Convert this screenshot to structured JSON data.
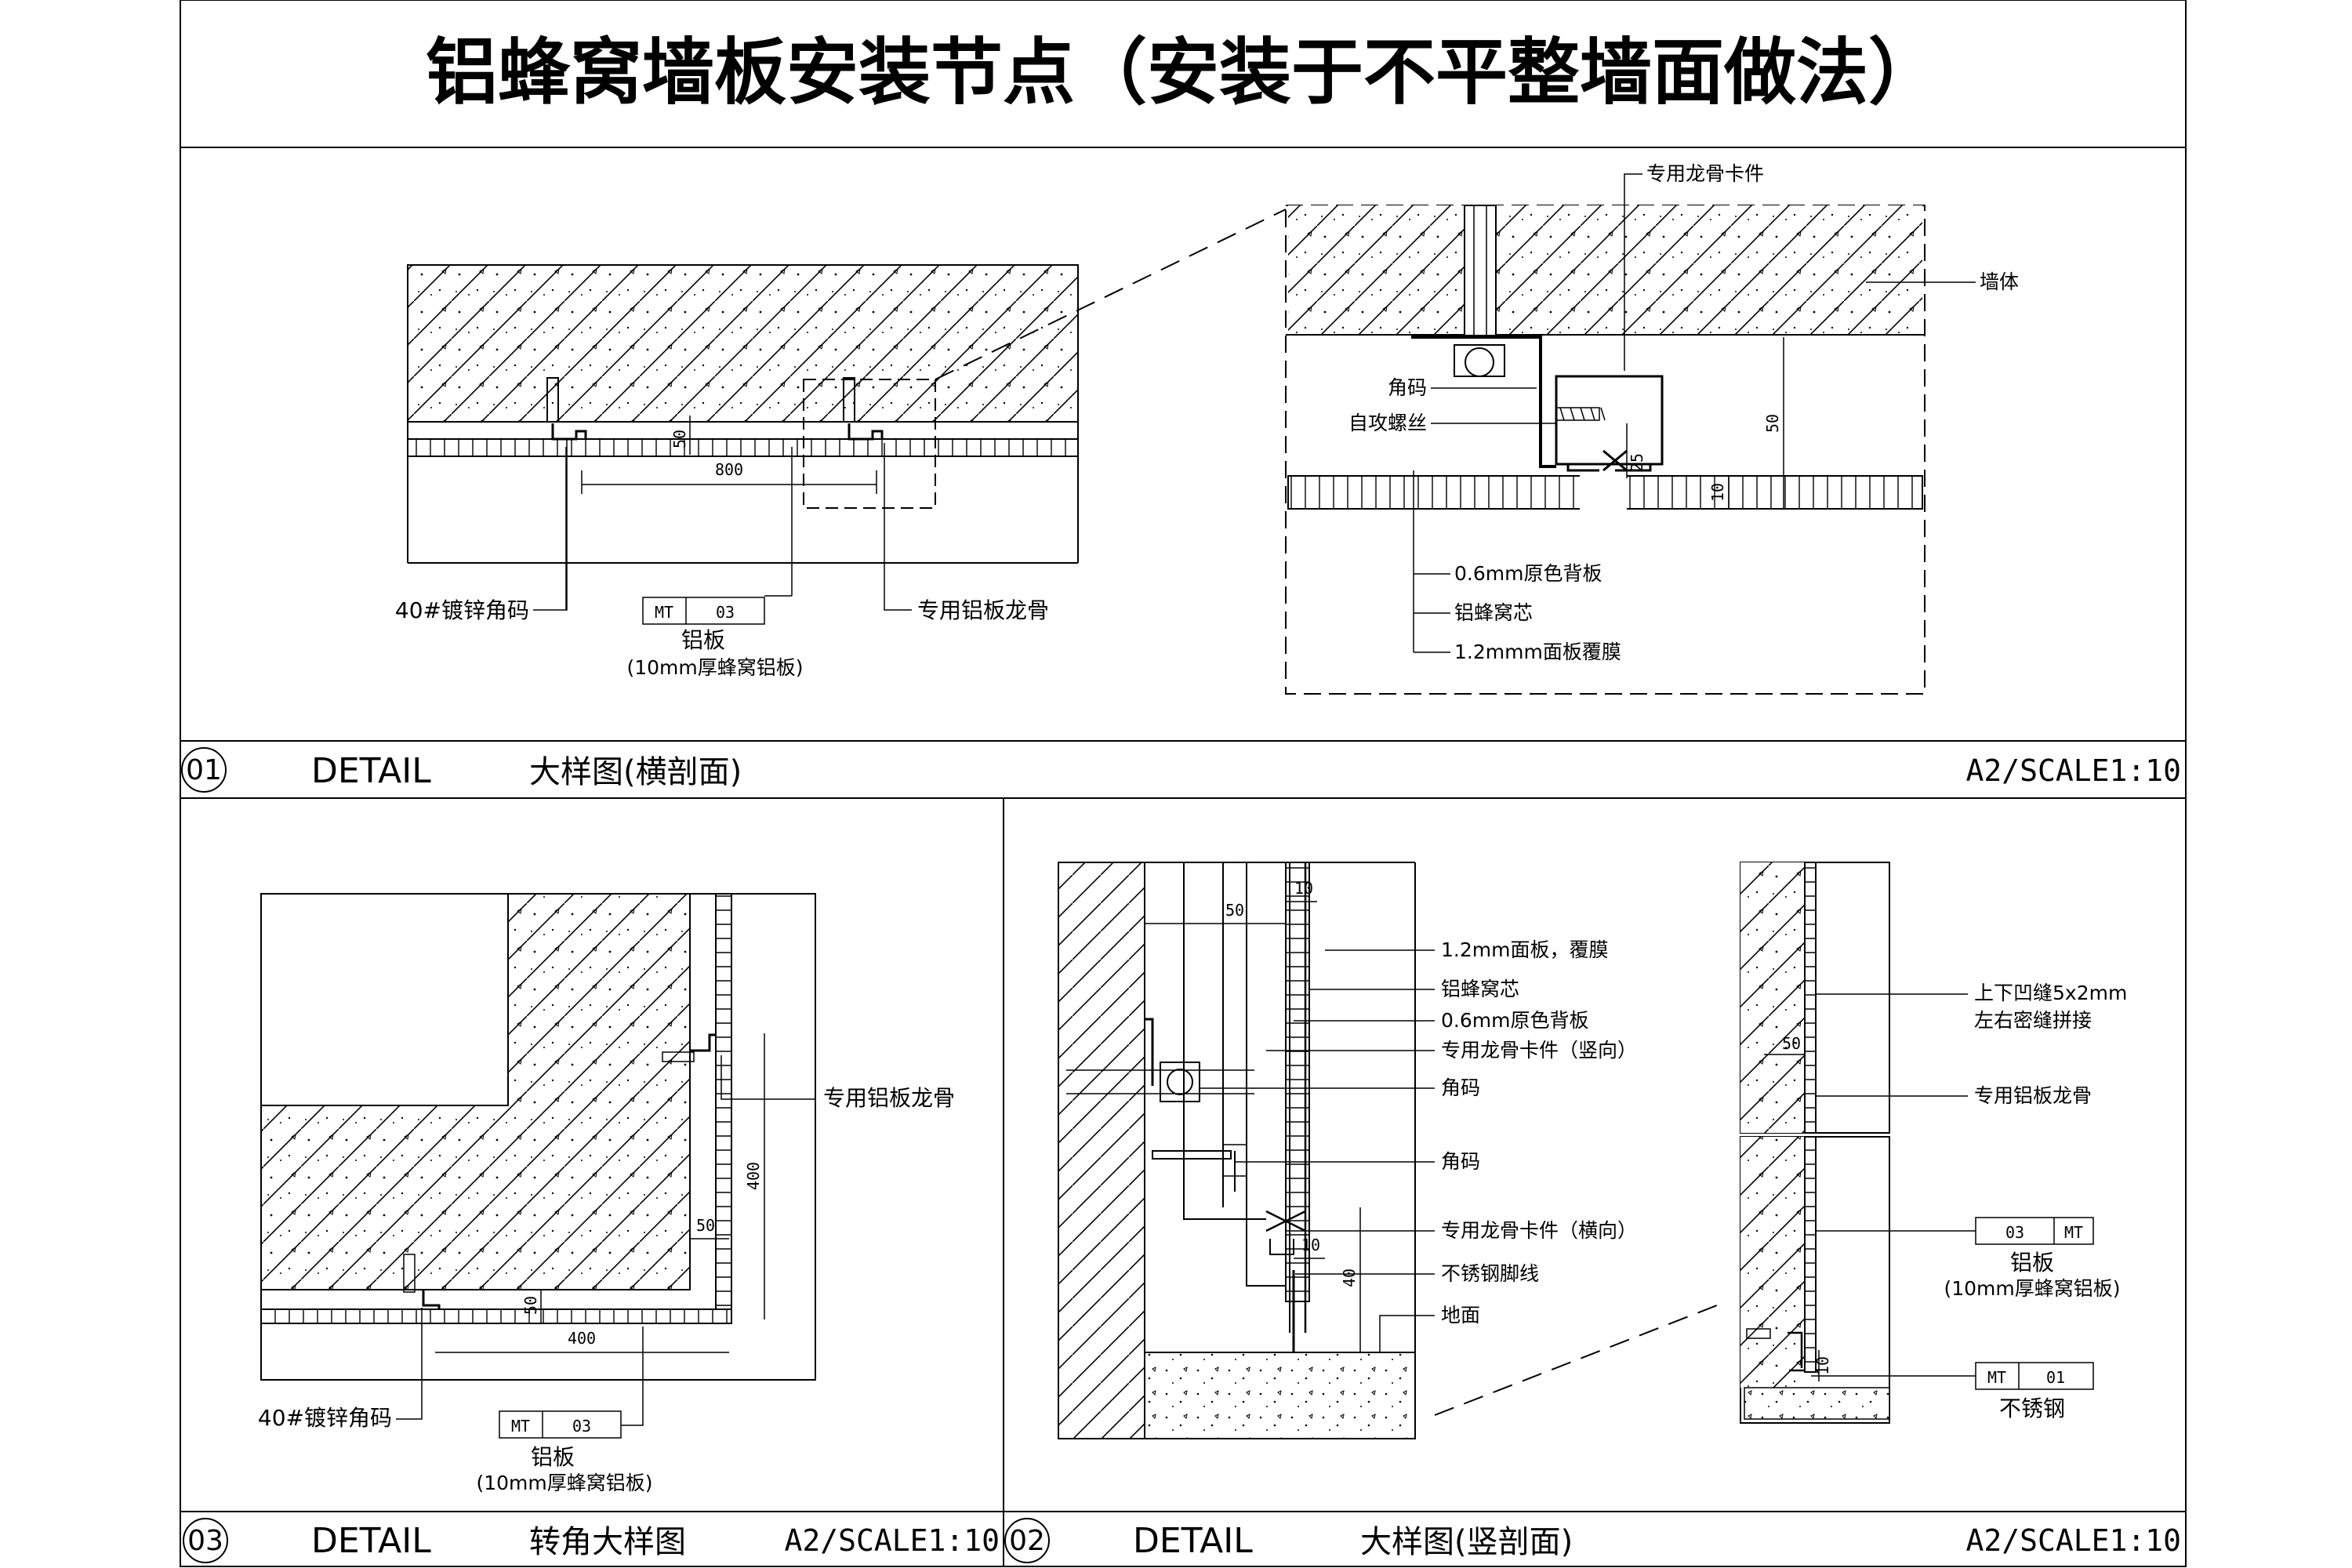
{
  "title": "铝蜂窝墙板安装节点（安装于不平整墙面做法）",
  "panels": [
    {
      "number": "01",
      "detail": "DETAIL",
      "name": "大样图(横剖面)",
      "scale": "A2/SCALE1:10"
    },
    {
      "number": "03",
      "detail": "DETAIL",
      "name": "转角大样图",
      "scale": "A2/SCALE1:10"
    },
    {
      "number": "02",
      "detail": "DETAIL",
      "name": "大样图(竖剖面)",
      "scale": "A2/SCALE1:10"
    }
  ],
  "p01": {
    "dim_800": "800",
    "dim_50": "50",
    "label_angle": "40#镀锌角码",
    "label_keel": "专用铝板龙骨",
    "tag_mt": "MT",
    "tag_num": "03",
    "label_plate": "铝板",
    "label_plate_spec": "(10mm厚蜂窝铝板)",
    "detail_top": "专用龙骨卡件",
    "detail_wall": "墙体",
    "detail_angle": "角码",
    "detail_screw": "自攻螺丝",
    "detail_back": "0.6mm原色背板",
    "detail_core": "铝蜂窝芯",
    "detail_face": "1.2mmm面板覆膜",
    "dim_25": "25",
    "dim_10": "10",
    "dim_50b": "50"
  },
  "p03": {
    "label_keel": "专用铝板龙骨",
    "dim_400v": "400",
    "dim_50v": "50",
    "dim_50h": "50",
    "dim_400h": "400",
    "label_angle": "40#镀锌角码",
    "tag_mt": "MT",
    "tag_num": "03",
    "label_plate": "铝板",
    "label_plate_spec": "(10mm厚蜂窝铝板)"
  },
  "p02": {
    "dim_50": "50",
    "dim_10a": "10",
    "dim_10b": "10",
    "dim_40": "40",
    "l1": "1.2mm面板，覆膜",
    "l2": "铝蜂窝芯",
    "l3": "0.6mm原色背板",
    "l4": "专用龙骨卡件（竖向）",
    "l5": "角码",
    "l6": "角码",
    "l7": "专用龙骨卡件（横向）",
    "l8": "不锈钢脚线",
    "l9": "地面",
    "r1a": "上下凹缝5x2mm",
    "r1b": "左右密缝拼接",
    "r2": "专用铝板龙骨",
    "r_dim50": "50",
    "r_dim10": "10",
    "tag1_num": "03",
    "tag1_mt": "MT",
    "label_plate": "铝板",
    "label_plate_spec": "(10mm厚蜂窝铝板)",
    "tag2_mt": "MT",
    "tag2_num": "01",
    "label_steel": "不锈钢"
  }
}
